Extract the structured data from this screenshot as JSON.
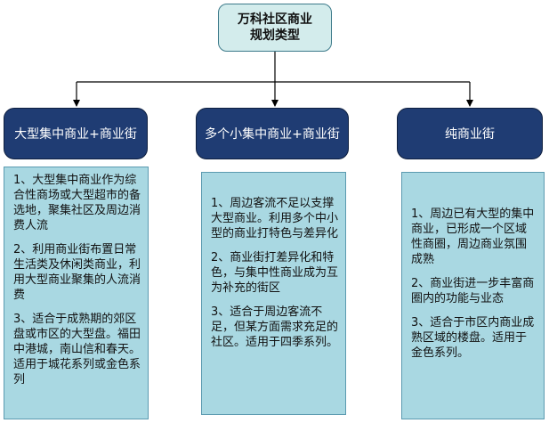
{
  "root": {
    "title": "万科社区商业\n规划类型"
  },
  "categories": [
    {
      "label": "大型集中商业+商业街",
      "paragraphs": [
        "1、大型集中商业作为综合性商场或大型超市的备选地，聚集社区及周边消费人流",
        "2、利用商业街布置日常生活类及休闲类商业，利用大型商业聚集的人流消费",
        "3、适合于成熟期的郊区盘或市区的大型盘。福田中港城，南山信和春天。适用于城花系列或金色系列"
      ]
    },
    {
      "label": "多个小集中商业+商业街",
      "paragraphs": [
        "1、周边客流不足以支撑大型商业。利用多个中小型的商业打特色与差异化",
        "2、商业街打差异化和特色，与集中性商业成为互为补充的街区",
        "3、适合于周边客流不足，但某方面需求充足的社区。适用于四季系列。"
      ]
    },
    {
      "label": "纯商业街",
      "paragraphs": [
        "1、周边已有大型的集中商业，已形成一个区域性商圈，周边商业氛围成熟",
        "2、商业街进一步丰富商圈内的功能与业态",
        "3、适合于市区内商业成熟区域的楼盘。适用于金色系列。"
      ]
    }
  ]
}
